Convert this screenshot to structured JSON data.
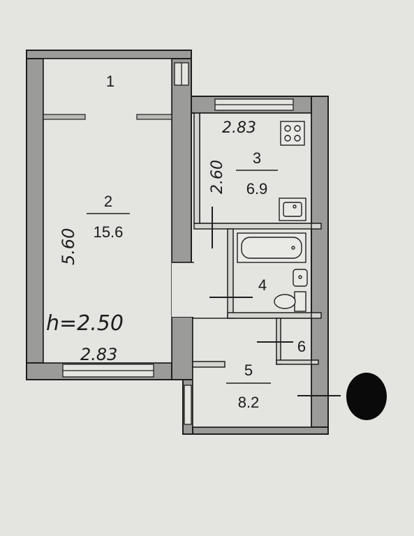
{
  "rooms": [
    {
      "number": "1"
    },
    {
      "number": "2",
      "area": "15.6"
    },
    {
      "number": "3",
      "area": "6.9"
    },
    {
      "number": "4"
    },
    {
      "number": "5",
      "area": "8.2"
    },
    {
      "number": "6"
    }
  ],
  "dimensions": {
    "room2_height": "5.60",
    "room2_width": "2.83",
    "room3_width": "2.83",
    "room3_height": "2.60",
    "ceiling_height": "h=2.50"
  },
  "colors": {
    "background": "#e4e5e1",
    "wall_fill": "#9b9b99",
    "line": "#1e1e1e",
    "marker": "#0a0a0a"
  }
}
